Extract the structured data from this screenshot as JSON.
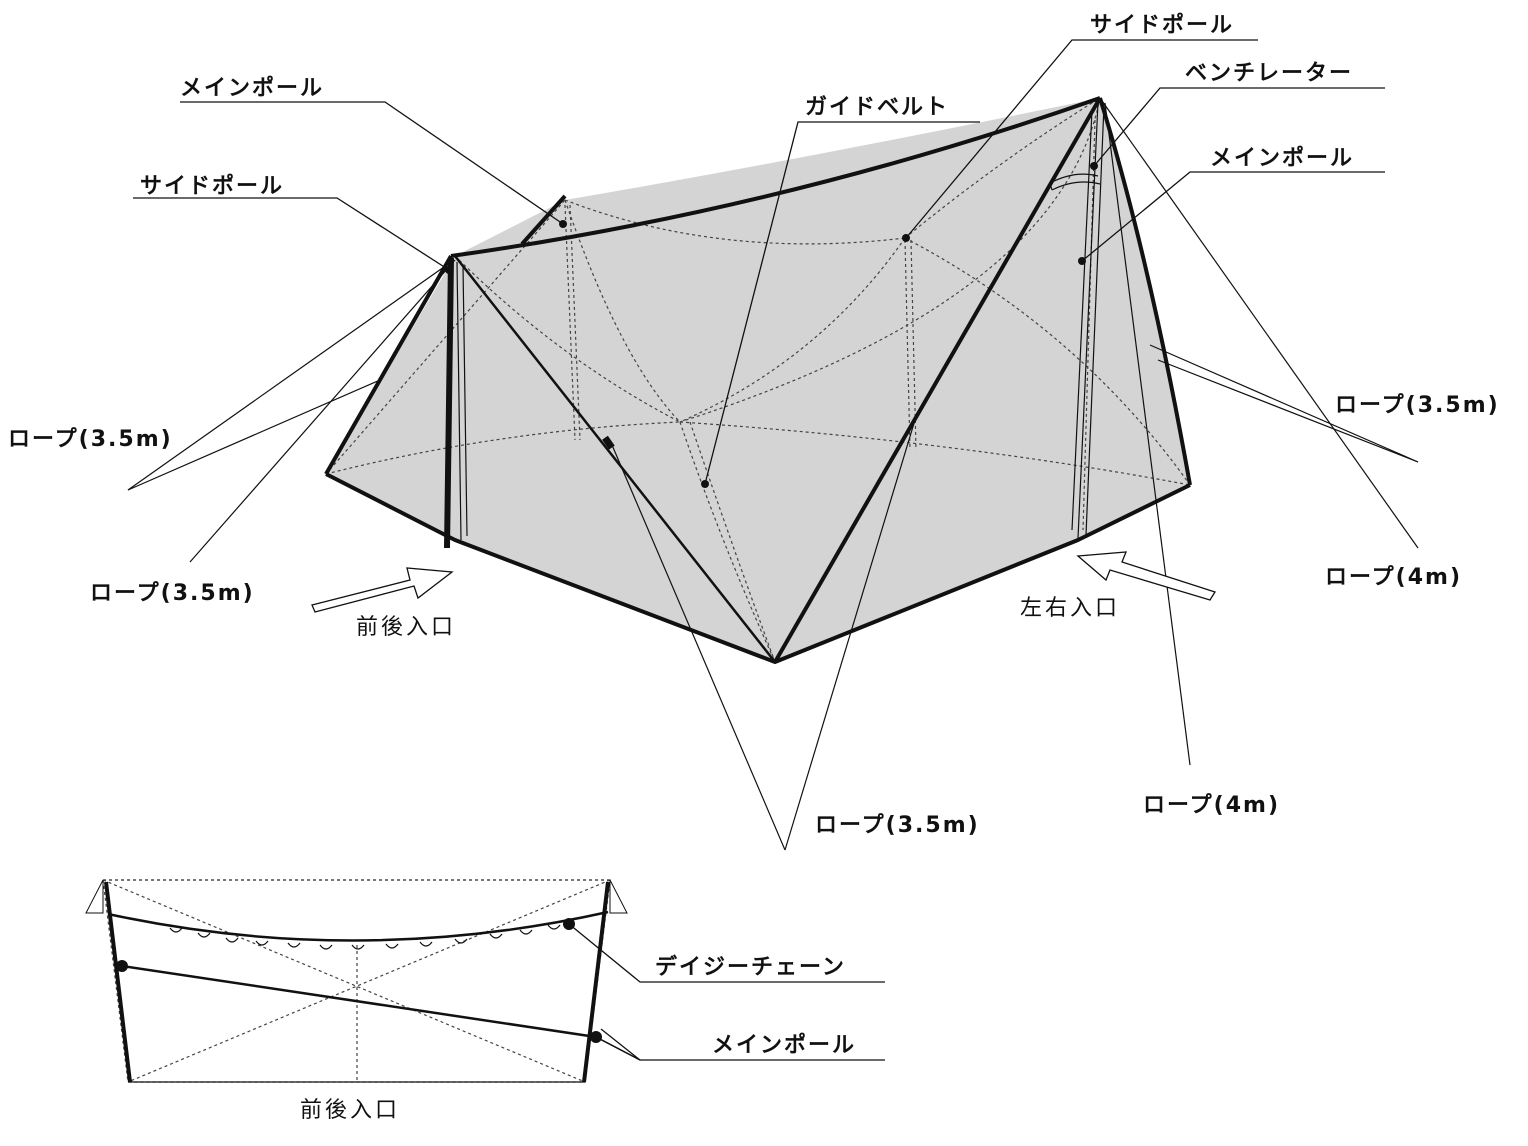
{
  "colors": {
    "fabric": "#d4d4d4",
    "line": "#111111"
  },
  "labels": {
    "main_pole_top_left": "メインポール",
    "side_pole_left": "サイドポール",
    "guide_belt": "ガイドベルト",
    "side_pole_top_right": "サイドポール",
    "ventilator": "ベンチレーター",
    "main_pole_right": "メインポール",
    "rope_left_upper": "ロープ(3.5m)",
    "rope_left_lower": "ロープ(3.5m)",
    "rope_right_upper": "ロープ(3.5m)",
    "rope_right_4m": "ロープ(4m)",
    "rope_bottom_right_4m": "ロープ(4m)",
    "rope_bottom_center": "ロープ(3.5m)",
    "entrance_front_back": "前後入口",
    "entrance_left_right": "左右入口",
    "daisy_chain": "デイジーチェーン",
    "main_pole_bottom": "メインポール",
    "entrance_front_back_bottom": "前後入口"
  }
}
